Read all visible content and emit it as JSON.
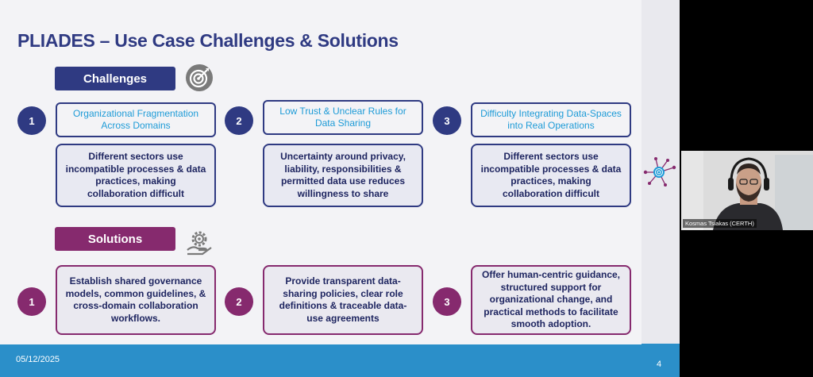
{
  "slide": {
    "title": "PLIADES – Use Case Challenges & Solutions",
    "sections": {
      "challenges": "Challenges",
      "solutions": "Solutions"
    },
    "challenges": [
      {
        "number": "1",
        "title": "Organizational Fragmentation Across Domains",
        "description": "Different sectors use incompatible processes & data practices, making collaboration difficult"
      },
      {
        "number": "2",
        "title": "Low Trust & Unclear Rules for Data Sharing",
        "description": "Uncertainty around privacy, liability, responsibilities & permitted data use reduces willingness to share"
      },
      {
        "number": "3",
        "title": "Difficulty Integrating Data-Spaces into Real Operations",
        "description": "Different sectors use incompatible processes & data practices, making collaboration difficult"
      }
    ],
    "solutions": [
      {
        "number": "1",
        "text": "Establish shared governance models, common guidelines, & cross-domain collaboration workflows."
      },
      {
        "number": "2",
        "text": "Provide transparent data-sharing policies, clear role definitions & traceable data-use agreements"
      },
      {
        "number": "3",
        "text": "Offer human-centric guidance, structured support for organizational change, and practical methods to facilitate smooth adoption."
      }
    ],
    "footer": {
      "date": "05/12/2025",
      "page": "4"
    },
    "icons": {
      "challenges": "target-icon",
      "solutions": "gear-hand-icon",
      "side": "network-hub-icon"
    }
  },
  "video": {
    "participant_name": "Kosmas Tsiakas (CERTH)"
  },
  "colors": {
    "navy": "#2f3a82",
    "plum": "#862a6e",
    "accent_blue": "#1d9bd7",
    "footer_blue": "#2b8fc9"
  }
}
